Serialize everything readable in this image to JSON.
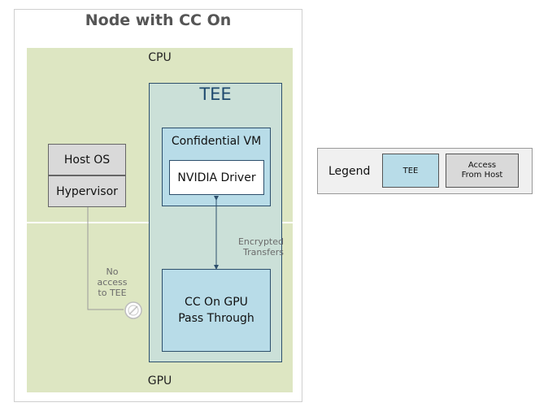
{
  "diagram": {
    "title": "Node with CC On",
    "cpu_label": "CPU",
    "gpu_label": "GPU",
    "tee_label": "TEE",
    "confidential_vm_label": "Confidential VM",
    "driver_label": "NVIDIA Driver",
    "gpu_box_line1": "CC On GPU",
    "gpu_box_line2": "Pass Through",
    "host_os_label": "Host OS",
    "hypervisor_label": "Hypervisor",
    "encrypted_line1": "Encrypted",
    "encrypted_line2": "Transfers",
    "no_access_line1": "No",
    "no_access_line2": "access",
    "no_access_line3": "to TEE"
  },
  "legend": {
    "title": "Legend",
    "tee_label": "TEE",
    "host_line1": "Access",
    "host_line2": "From Host"
  },
  "colors": {
    "band_green": "#dde6c2",
    "tee_fill": "#cbe0d8",
    "tee_box_fill": "#b8dce8",
    "host_fill": "#d9d9d9",
    "tee_border": "#2d4f6c"
  },
  "icons": {
    "blocked": "no-entry-icon"
  }
}
